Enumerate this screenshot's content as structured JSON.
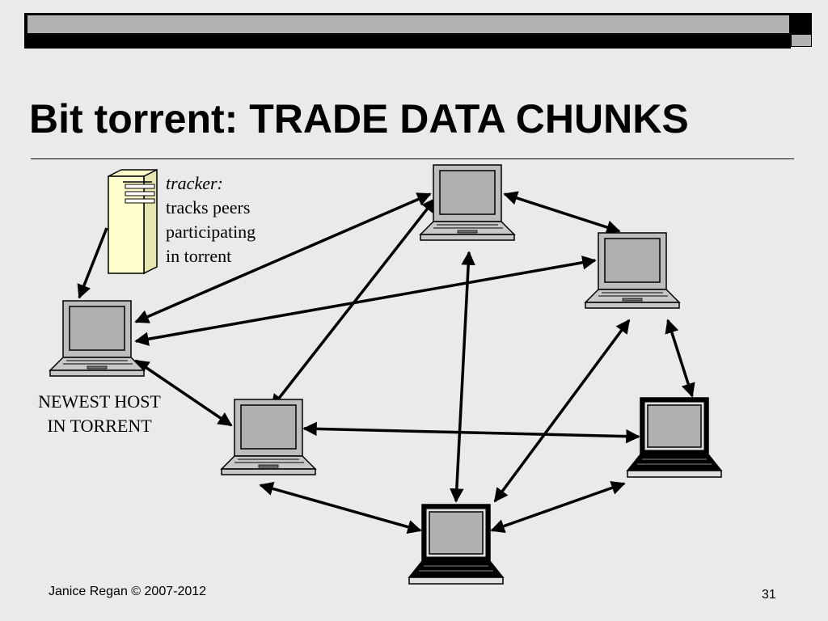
{
  "slide": {
    "title": "Bit torrent: TRADE DATA CHUNKS",
    "footer_author": "Janice Regan © 2007-2012",
    "page_number": "31"
  },
  "diagram": {
    "tracker_label": "tracker:",
    "tracker_desc_1": "tracks peers",
    "tracker_desc_2": "participating",
    "tracker_desc_3": "in torrent",
    "newest_host_1": "NEWEST HOST",
    "newest_host_2": "IN TORRENT",
    "nodes": [
      {
        "id": "newest-host",
        "style": "gray"
      },
      {
        "id": "peer-top",
        "style": "gray"
      },
      {
        "id": "peer-right-upper",
        "style": "gray"
      },
      {
        "id": "peer-middle-left",
        "style": "gray"
      },
      {
        "id": "peer-right-lower",
        "style": "dark"
      },
      {
        "id": "peer-bottom",
        "style": "dark"
      }
    ],
    "colors": {
      "background": "#eaeaea",
      "tracker": "#ffffcc",
      "laptop_gray": "#bdbdbd",
      "laptop_screen": "#b0b0b0",
      "line": "#000000"
    }
  }
}
